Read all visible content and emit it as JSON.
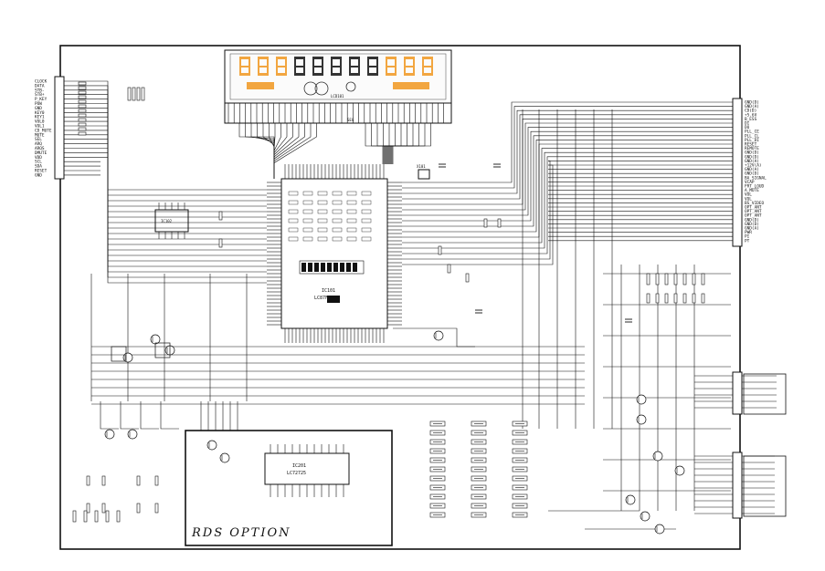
{
  "diagram": {
    "rds_option_label": "RDS OPTION",
    "left_connector_pins": [
      "CLOCK",
      "DATA",
      "STB-",
      "STB+",
      "P_KEY",
      "POW",
      "GND",
      "KEY0",
      "KEY1",
      "VOL0",
      "VOL1",
      "CD_MUTE",
      "MUTE",
      "SEL",
      "ARQ",
      "ARQS",
      "DMUTE",
      "VDD",
      "SCL",
      "SDA",
      "RESET",
      "GND"
    ],
    "right_connector_pins": [
      "GND(D)",
      "GND(A)",
      "CD(D)",
      "+5.6V",
      "B_ESS",
      "DI",
      "DO",
      "PLL_CE",
      "PLL_CL",
      "PLL_DI",
      "RESET",
      "REMOTE",
      "GND(D)",
      "GND(D)",
      "GND(A)",
      "+12V(A)",
      "GND(A)",
      "GND(D)",
      "BA_SIGNAL",
      "VCAP",
      "FRT_LOUD",
      "A_MUTE",
      "VOL",
      "VOL",
      "BS_VIDEO",
      "OPT_ANT",
      "OPT_ANT",
      "OPT_ANT",
      "GND(D)",
      "GND(D)",
      "GND(A)",
      "PWR",
      "PI",
      "PT"
    ],
    "main_ic_label": "IC101",
    "main_ic_part": "LC87F5N64",
    "rds_ic_label": "IC201",
    "rds_ic_part": "LC72725",
    "osc_label": "X101",
    "display_label": "LCD101",
    "display_pin_label": "SEG",
    "small_ic_label": "IC102"
  }
}
